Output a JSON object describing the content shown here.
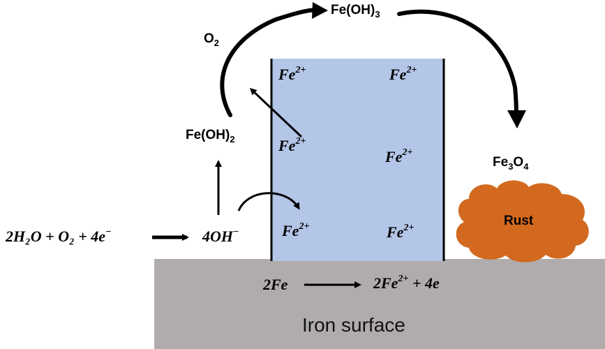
{
  "surface": {
    "label": "Iron surface",
    "color": "#b0acab"
  },
  "solution": {
    "color": "#b4c6e8"
  },
  "rust": {
    "label": "Rust",
    "color": "#d2691e"
  },
  "species": {
    "o2": {
      "base": "O",
      "sub": "2"
    },
    "fe_oh_3": {
      "base": "Fe(OH)",
      "sub": "3"
    },
    "fe_oh_2": {
      "base": "Fe(OH)",
      "sub": "2"
    },
    "fe3o4": {
      "a": "Fe",
      "a_sub": "3",
      "b": "O",
      "b_sub": "4"
    }
  },
  "ions": {
    "fe": "Fe",
    "charge": "2+"
  },
  "reactions": {
    "cathodic_left": "2H₂O + O₂ + 4e",
    "cathodic_left_sup": "−",
    "hydroxide": "4OH",
    "hydroxide_sup": "−",
    "anodic_left": "2Fe",
    "anodic_right_a": "2Fe",
    "anodic_right_sup": "2+",
    "anodic_right_b": " + 4e"
  }
}
